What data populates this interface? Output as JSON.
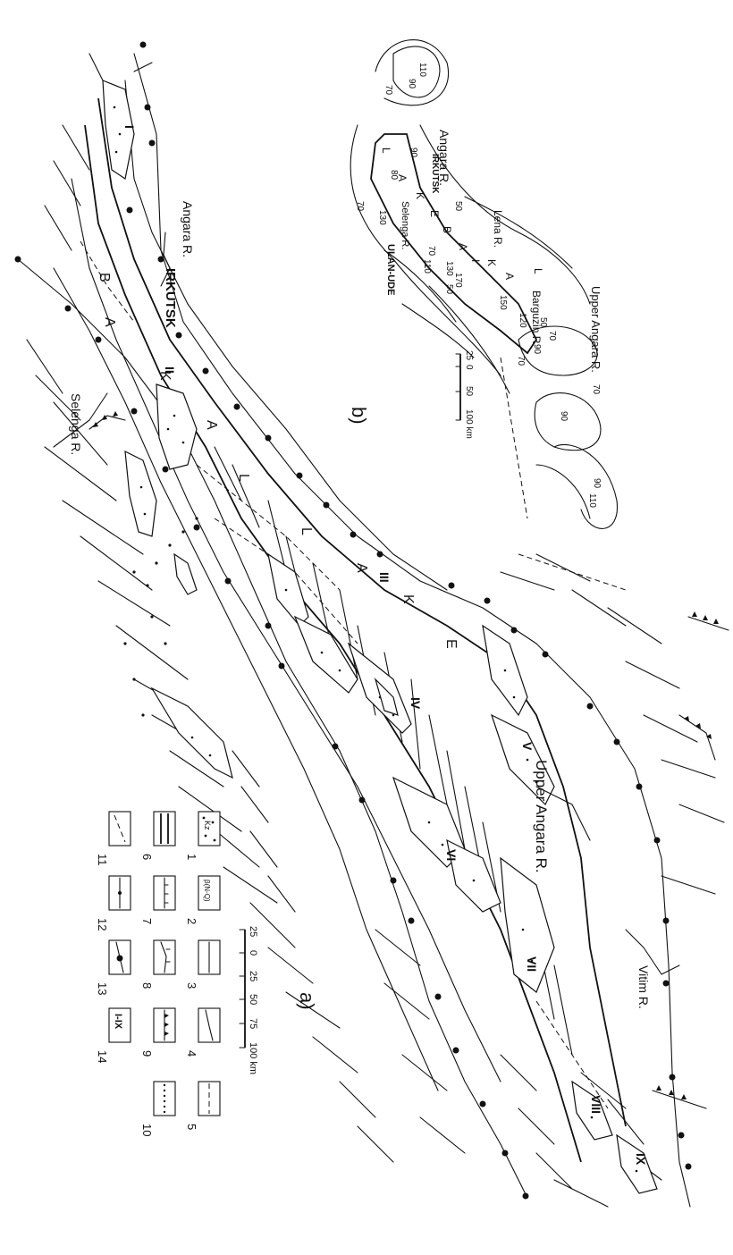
{
  "map_a": {
    "panel_label": "a)",
    "place_labels": {
      "irkutsk": "IRKUTSK",
      "angara": "Angara R.",
      "selenga": "Selenga R.",
      "upper_angara": "Upper Angara R.",
      "vitim": "Vitim R."
    },
    "lake_letters": [
      "B",
      "A",
      "K",
      "A",
      "L",
      "L",
      "A",
      "K",
      "E"
    ],
    "basin_numerals": [
      "I",
      "II",
      "III",
      "IV",
      "V",
      "VI",
      "VII",
      "VIII",
      "IX"
    ],
    "scale": {
      "ticks": [
        "25",
        "0",
        "25",
        "50",
        "75",
        "100 km"
      ]
    },
    "legend_numbers": [
      "1",
      "2",
      "3",
      "4",
      "5",
      "6",
      "7",
      "8",
      "9",
      "10",
      "11",
      "12",
      "13",
      "14"
    ],
    "legend_symbol_texts": {
      "item1": "Kz",
      "item2": "β(N-Q)",
      "item14": "I-IX"
    }
  },
  "map_b": {
    "panel_label": "b)",
    "place_labels": {
      "irkutsk": "IRKUTSK",
      "angara": "Angara R.",
      "lena": "Lena R.",
      "upper_angara": "Upper Angara R.",
      "barguzin": "Barguzin R.",
      "selenga": "Selenga R.",
      "ulan_ude": "ULAN-UDE"
    },
    "lake_letters": [
      "L",
      "A",
      "K",
      "E",
      "B",
      "A",
      "I",
      "K",
      "A",
      "L"
    ],
    "contour_values": [
      "70",
      "110",
      "90",
      "90",
      "80",
      "70",
      "130",
      "50",
      "50",
      "110",
      "70",
      "130",
      "150",
      "120",
      "170",
      "50",
      "70",
      "90",
      "70",
      "90",
      "70",
      "90",
      "110"
    ],
    "scale": {
      "ticks": [
        "25",
        "0",
        "50",
        "100 km"
      ]
    }
  }
}
